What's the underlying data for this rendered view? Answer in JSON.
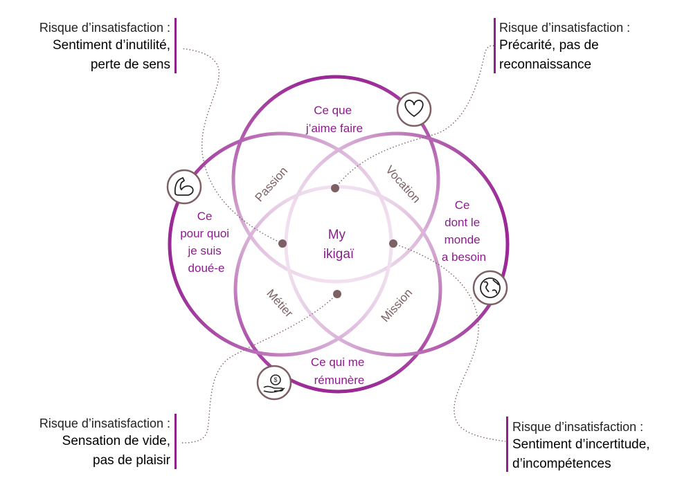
{
  "colors": {
    "accent": "#8e1f8c",
    "label_purple": "#8b1c8b",
    "zone_label": "#7d6063",
    "dot": "#7d6063",
    "icon_ring": "#7d6063"
  },
  "center": {
    "line1": "My",
    "line2": "ikigaï"
  },
  "circles": {
    "love": {
      "lines": [
        "Ce que",
        "j’aime faire"
      ],
      "icon": "heart-icon"
    },
    "good": {
      "lines": [
        "Ce",
        "pour quoi",
        "je suis",
        "doué-e"
      ],
      "icon": "flexed-arm-icon"
    },
    "need": {
      "lines": [
        "Ce",
        "dont le",
        "monde",
        "a besoin"
      ],
      "icon": "globe-icon"
    },
    "paid": {
      "lines": [
        "Ce qui me",
        "rémunère"
      ],
      "icon": "money-hand-icon"
    }
  },
  "zones": {
    "passion": "Passion",
    "vocation": "Vocation",
    "metier": "Métier",
    "mission": "Mission"
  },
  "risks": {
    "top_left": {
      "heading": "Risque d’insatisfaction :",
      "lines": [
        "Sentiment d’inutilité,",
        "perte de sens"
      ]
    },
    "top_right": {
      "heading": "Risque d’insatisfaction :",
      "lines": [
        "Précarité, pas de",
        "reconnaissance"
      ]
    },
    "bottom_left": {
      "heading": "Risque d’insatisfaction :",
      "lines": [
        "Sensation de vide,",
        "pas de plaisir"
      ]
    },
    "bottom_right": {
      "heading": "Risque d’insatisfaction :",
      "lines": [
        "Sentiment d’incertitude,",
        "d’incompétences"
      ]
    }
  }
}
